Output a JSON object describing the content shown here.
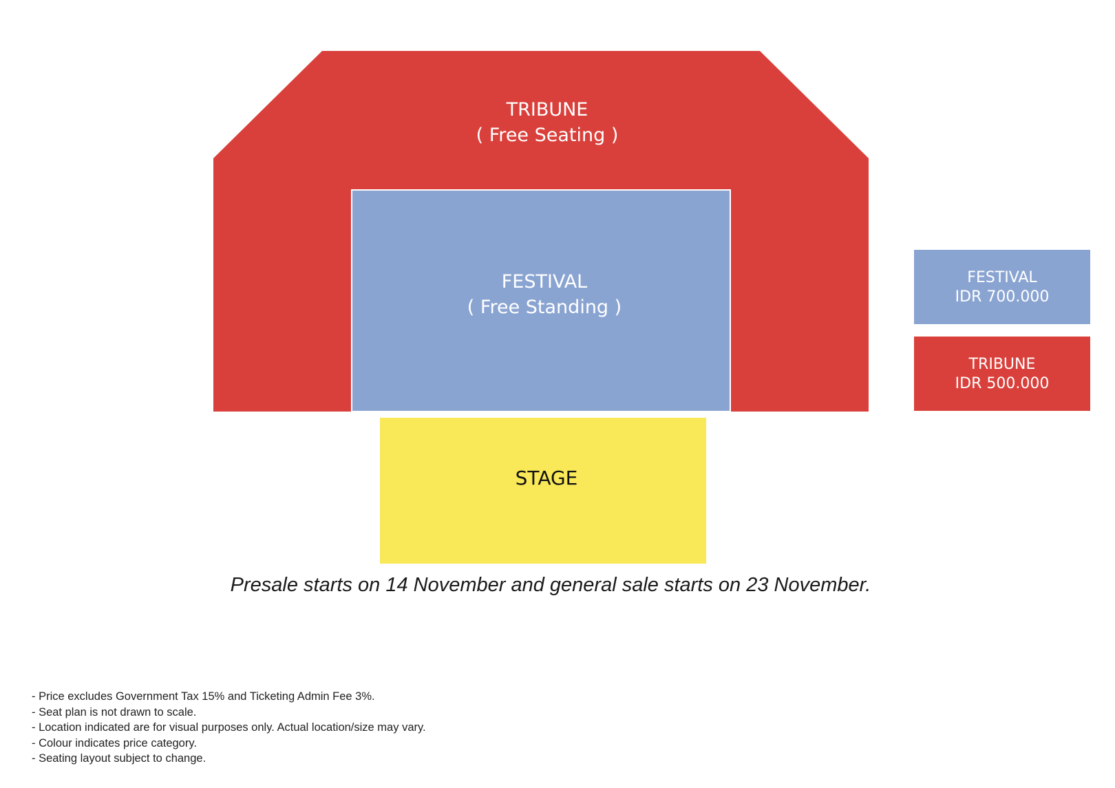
{
  "colors": {
    "tribune": "#d9403b",
    "festival": "#8aa4d2",
    "stage": "#f9e858"
  },
  "zones": {
    "tribune": {
      "name": "TRIBUNE",
      "subtitle": "( Free Seating )"
    },
    "festival": {
      "name": "FESTIVAL",
      "subtitle": "( Free Standing )"
    },
    "stage": {
      "name": "STAGE"
    }
  },
  "legend": [
    {
      "name": "FESTIVAL",
      "price": "IDR 700.000"
    },
    {
      "name": "TRIBUNE",
      "price": "IDR 500.000"
    }
  ],
  "sale_note": "Presale starts on 14 November and general sale starts on 23 November.",
  "disclaimers": [
    "- Price excludes Government Tax 15% and Ticketing Admin Fee 3%.",
    "- Seat plan is not drawn to scale.",
    "- Location indicated are for visual purposes only. Actual location/size may vary.",
    "- Colour indicates price category.",
    "- Seating layout subject to change."
  ]
}
